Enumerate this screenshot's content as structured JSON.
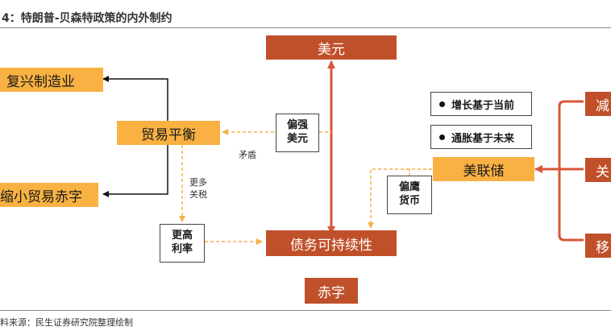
{
  "title": "4：特朗普-贝森特政策的内外制约",
  "source": "料来源：民生证券研究院整理绘制",
  "nodes": {
    "usd": "美元",
    "trade_balance": "贸易平衡",
    "revive_mfg": "复兴制造业",
    "shrink_deficit": "缩小贸易赤字",
    "debt_sustainability": "债务可持续性",
    "deficit": "赤字",
    "fed": "美联储",
    "higher_rates_line1": "更高",
    "higher_rates_line2": "利率",
    "strong_usd_line1": "偏强",
    "strong_usd_line2": "美元",
    "hawkish_line1": "偏鹰",
    "hawkish_line2": "货币",
    "growth_basis": "增长基于当前",
    "inflation_basis": "通胀基于未来",
    "right_1": "减",
    "right_2": "关",
    "right_3": "移"
  },
  "annotations": {
    "contradiction": "矛盾",
    "more_tariffs_line1": "更多",
    "more_tariffs_line2": "关税"
  },
  "colors": {
    "red": "#c0502a",
    "orange": "#f8b142",
    "arrow_red": "#d8563a",
    "dashed": "#f5b14a"
  }
}
